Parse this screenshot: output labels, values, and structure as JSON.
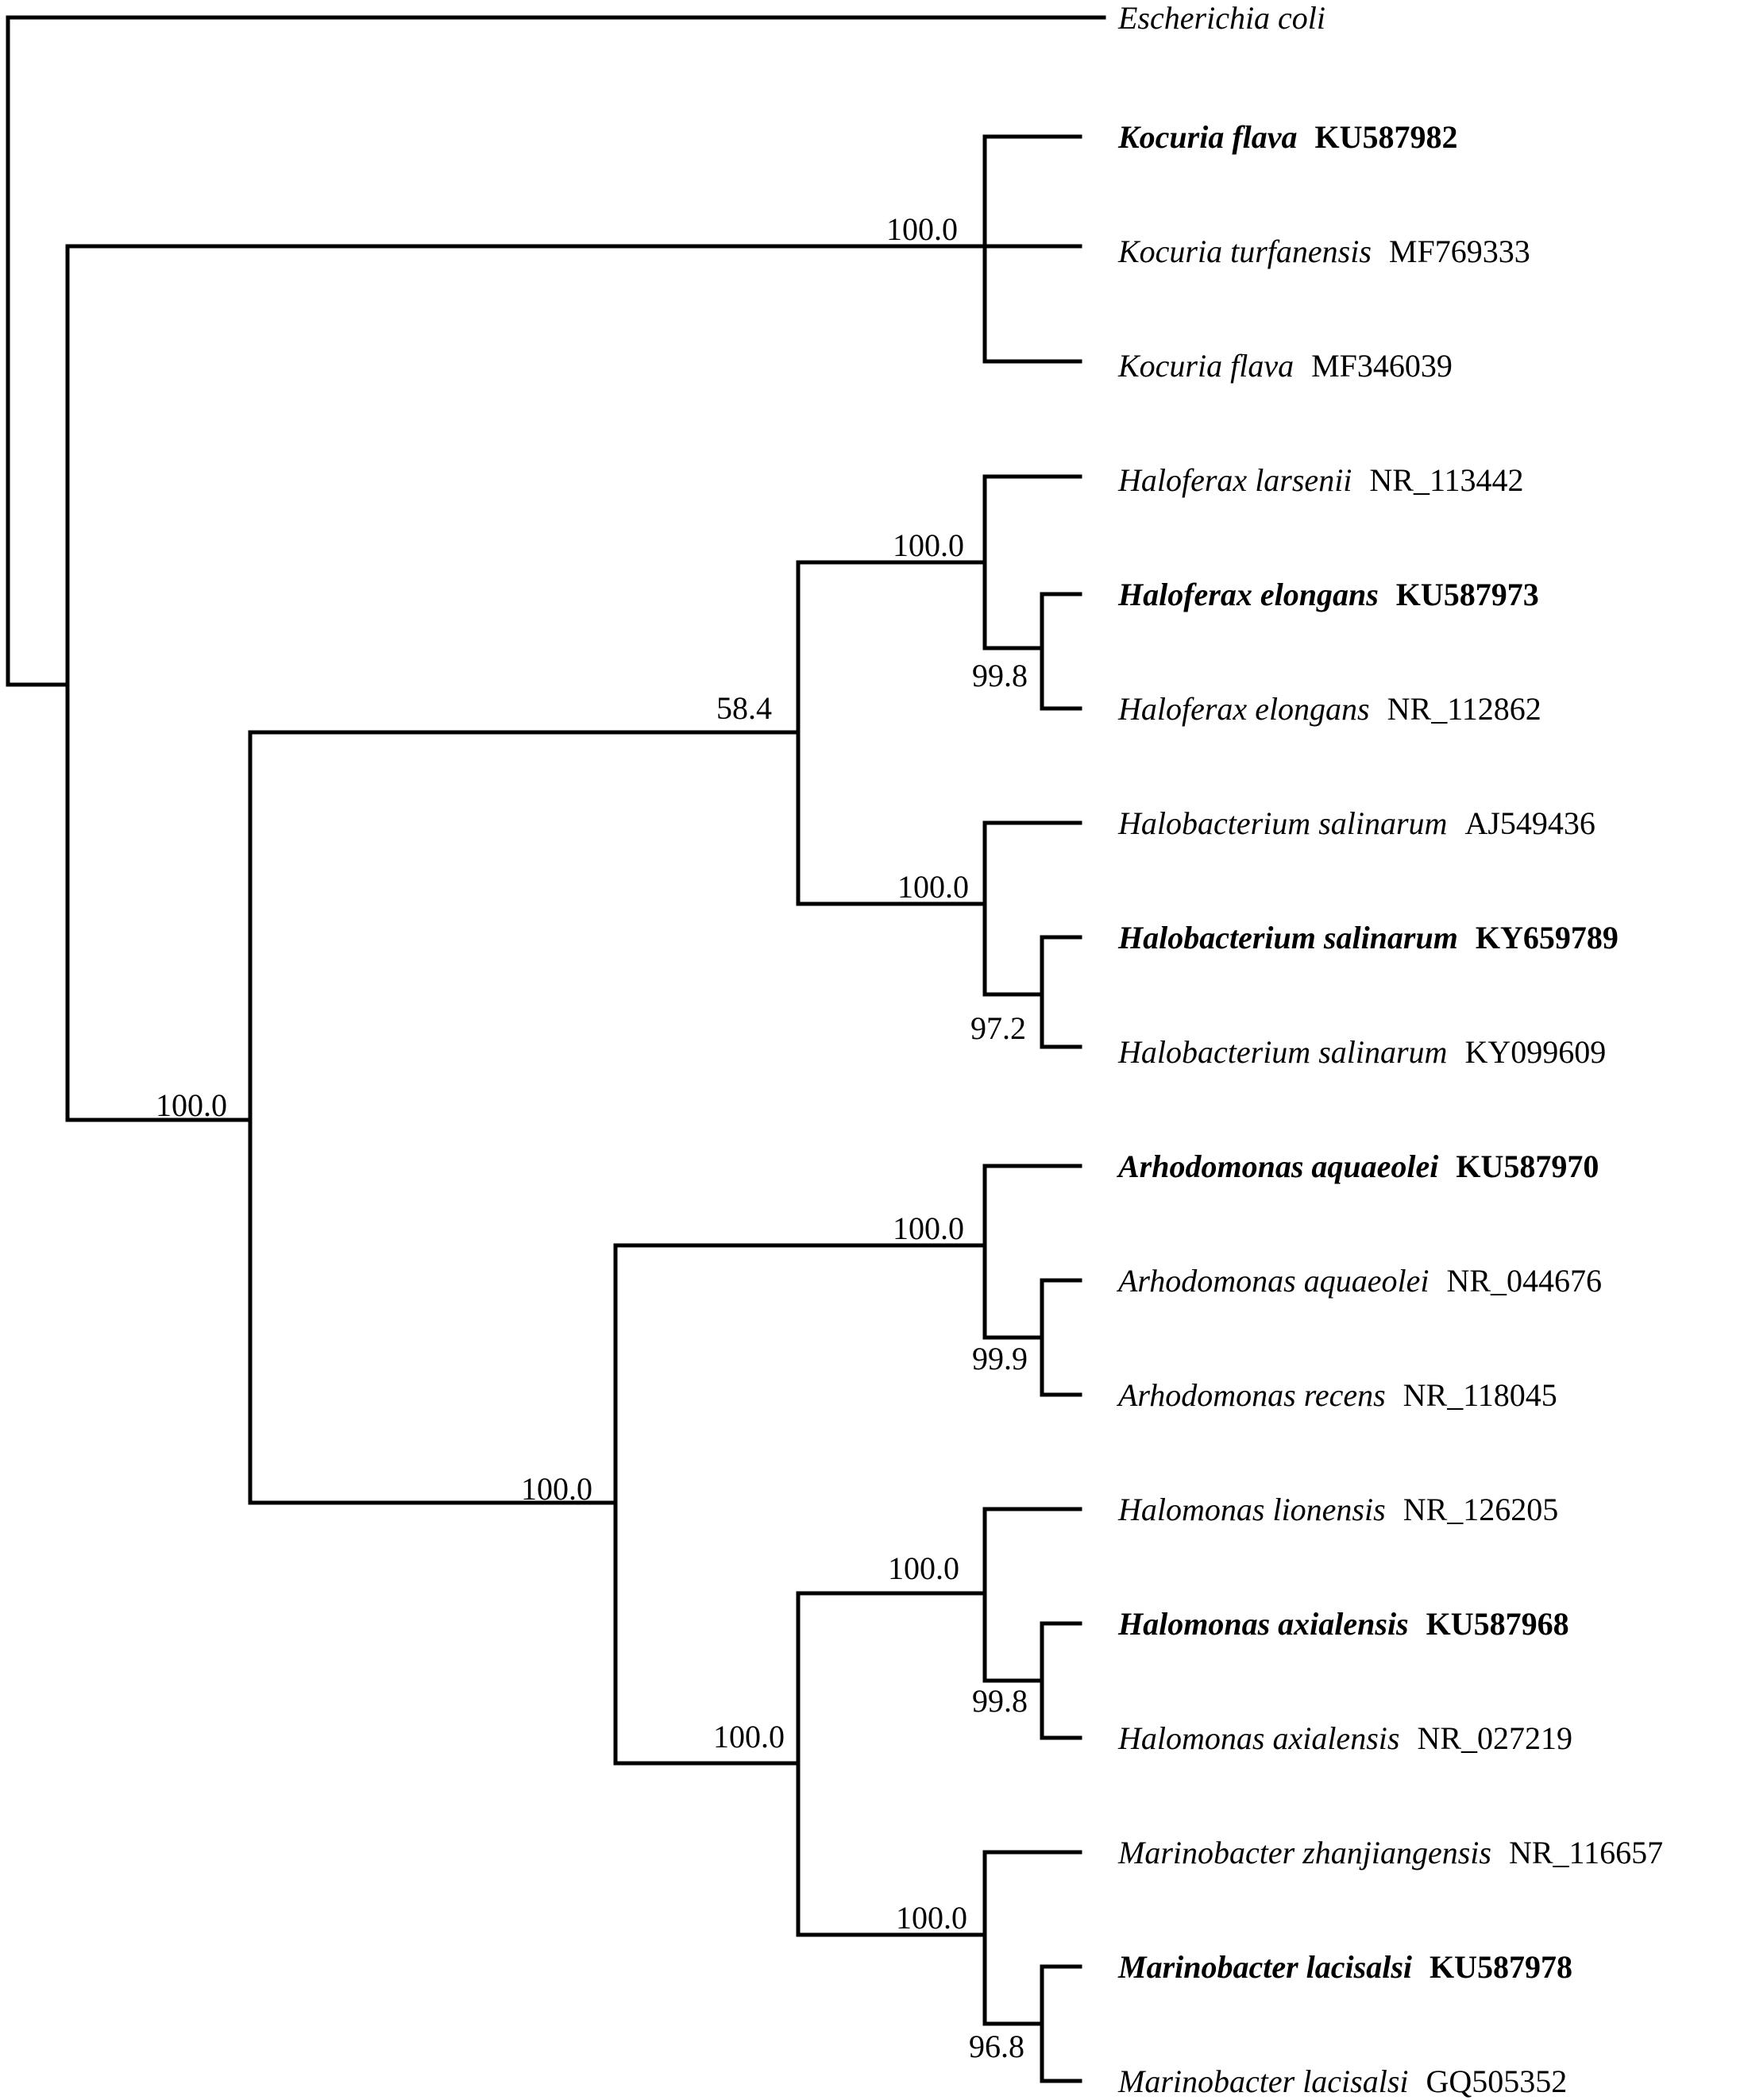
{
  "taxa": [
    {
      "species": "Escherichia coli",
      "accession": "",
      "bold": false
    },
    {
      "species": "Kocuria flava",
      "accession": "KU587982",
      "bold": true
    },
    {
      "species": "Kocuria turfanensis",
      "accession": "MF769333",
      "bold": false
    },
    {
      "species": "Kocuria flava",
      "accession": "MF346039",
      "bold": false
    },
    {
      "species": "Haloferax larsenii",
      "accession": "NR_113442",
      "bold": false
    },
    {
      "species": "Haloferax elongans",
      "accession": "KU587973",
      "bold": true
    },
    {
      "species": "Haloferax elongans",
      "accession": "NR_112862",
      "bold": false
    },
    {
      "species": "Halobacterium salinarum",
      "accession": "AJ549436",
      "bold": false
    },
    {
      "species": "Halobacterium salinarum",
      "accession": "KY659789",
      "bold": true
    },
    {
      "species": "Halobacterium salinarum",
      "accession": "KY099609",
      "bold": false
    },
    {
      "species": "Arhodomonas aquaeolei",
      "accession": "KU587970",
      "bold": true
    },
    {
      "species": "Arhodomonas aquaeolei",
      "accession": "NR_044676",
      "bold": false
    },
    {
      "species": "Arhodomonas recens",
      "accession": "NR_118045",
      "bold": false
    },
    {
      "species": "Halomonas lionensis",
      "accession": "NR_126205",
      "bold": false
    },
    {
      "species": "Halomonas axialensis",
      "accession": "KU587968",
      "bold": true
    },
    {
      "species": "Halomonas axialensis",
      "accession": "NR_027219",
      "bold": false
    },
    {
      "species": "Marinobacter zhanjiangensis",
      "accession": "NR_116657",
      "bold": false
    },
    {
      "species": "Marinobacter lacisalsi",
      "accession": "KU587978",
      "bold": true
    },
    {
      "species": "Marinobacter lacisalsi",
      "accession": "GQ505352",
      "bold": false
    }
  ],
  "support": {
    "kocuria": "100.0",
    "haloferax": "100.0",
    "haloferax_elongans": "99.8",
    "haloarchaea": "58.4",
    "halobacterium": "100.0",
    "halobacterium_sub": "97.2",
    "ingroup": "100.0",
    "arhodomonas": "100.0",
    "arhodomonas_sub": "99.9",
    "gamma": "100.0",
    "halomonas": "100.0",
    "halomonas_sub": "99.8",
    "halo_marino": "100.0",
    "marinobacter": "100.0",
    "marinobacter_sub": "96.8"
  }
}
